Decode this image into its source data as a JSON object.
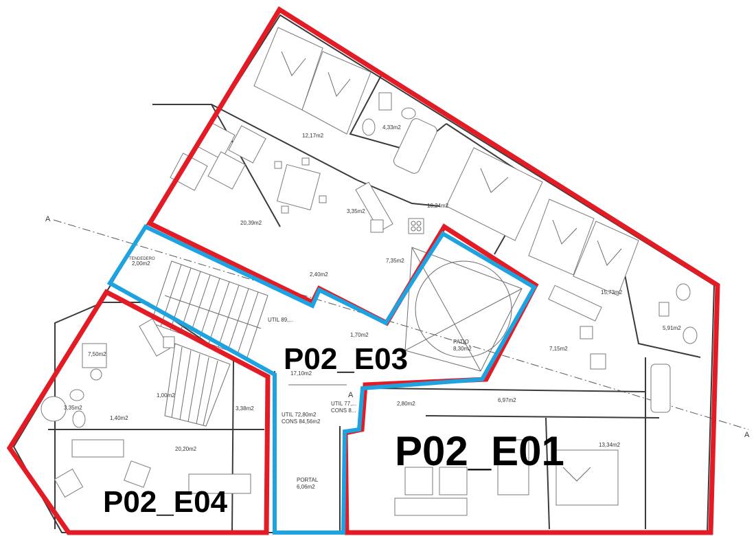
{
  "units": [
    {
      "id": "e01",
      "label": "P02_E01"
    },
    {
      "id": "e03",
      "label": "P02_E03"
    },
    {
      "id": "e04",
      "label": "P02_E04"
    }
  ],
  "section_marks": {
    "left": "A",
    "right": "A",
    "center": "A"
  },
  "areas": {
    "a1": "12,17m2",
    "a2": "4,33m2",
    "a3": "20,39m2",
    "a4": "3,35m2",
    "a5": "10,24m2",
    "a6": "7,35m2",
    "a7": "2,40m2",
    "a8": "TENDEDERO",
    "a9": "2,00m2",
    "a10": "UTIL 89,...",
    "a11": "1,70m2",
    "a12": "PATIO",
    "a13": "8,30m2",
    "a14": "15,73m2",
    "a15": "5,91m2",
    "a16": "7,15m2",
    "a17": "7,50m2",
    "a18": "17,10m2",
    "a19": "2,80m2",
    "a20": "6,97m2",
    "a21": "1,00m2",
    "a22": "1,40m2",
    "a23": "3,38m2",
    "a24": "3,35m2",
    "a25": "UTIL 72,80m2",
    "a26": "CONS 84,56m2",
    "a27": "UTIL 77,...",
    "a28": "CONS 8...",
    "a29": "20,20m2",
    "a30": "13,34m2",
    "a31": "PORTAL",
    "a32": "6,06m2"
  },
  "colors": {
    "red_outline": "#e21b24",
    "blue_outline": "#1ea3e0"
  }
}
